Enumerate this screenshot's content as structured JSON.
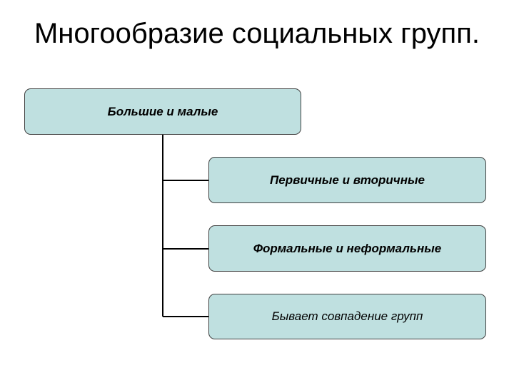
{
  "title": "Многообразие социальных групп.",
  "root": {
    "label": "Большие и малые"
  },
  "children": [
    {
      "label": "Первичные и вторичные"
    },
    {
      "label": "Формальные и неформальные"
    },
    {
      "label": "Бывает совпадение групп"
    }
  ],
  "colors": {
    "box_fill": "#bfe0e0",
    "box_border": "#404040",
    "connector": "#000000"
  }
}
